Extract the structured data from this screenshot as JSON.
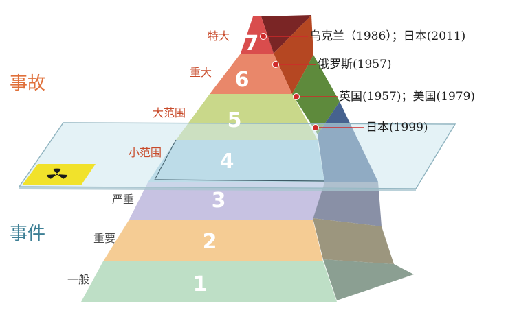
{
  "side_labels": {
    "accident": "事故",
    "incident": "事件"
  },
  "levels": [
    {
      "number": "7",
      "label": "特大"
    },
    {
      "number": "6",
      "label": "重大"
    },
    {
      "number": "5",
      "label": "大范围"
    },
    {
      "number": "4",
      "label": "小范围"
    },
    {
      "number": "3",
      "label": "严重"
    },
    {
      "number": "2",
      "label": "重要"
    },
    {
      "number": "1",
      "label": "一般"
    }
  ],
  "annotations": [
    {
      "level": "7",
      "text": "乌克兰（1986）；日本(2011)"
    },
    {
      "level": "6",
      "text": "俄罗斯(1957)"
    },
    {
      "level": "5",
      "text": "英国(1957)；美国(1979)"
    },
    {
      "level": "4",
      "text": "日本(1999)"
    }
  ],
  "icons": {
    "radiation": "radiation-warning-icon"
  },
  "colors": {
    "accident_label": "#e0703a",
    "incident_label": "#3d7f95",
    "level_7": "#d94d4d",
    "level_6": "#e9876a",
    "level_5": "#c9d88a",
    "level_4": "#a9cfe0",
    "level_3": "#c7c2e2",
    "level_2": "#f5cc94",
    "level_1": "#bedfc6",
    "radiation_sign": "#f1e22b"
  }
}
